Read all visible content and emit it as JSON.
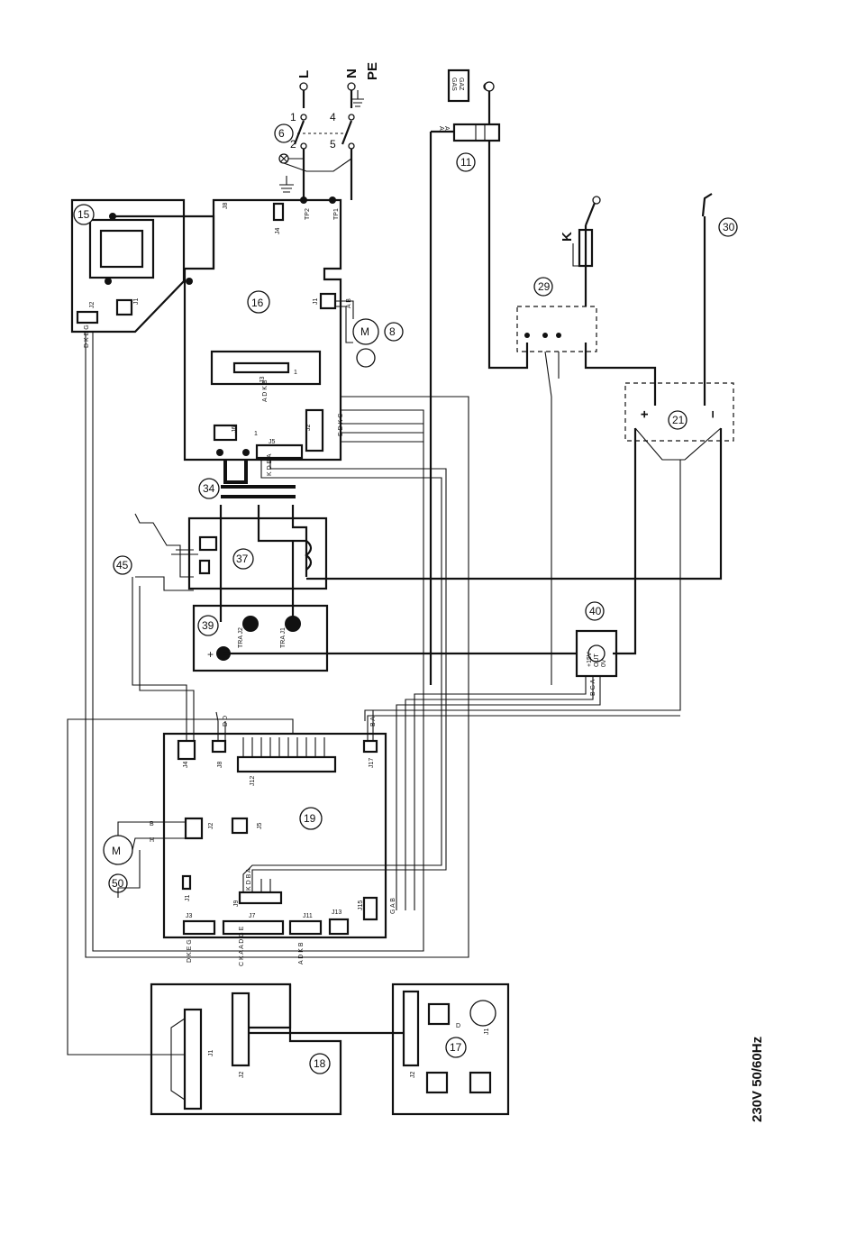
{
  "diagram": {
    "supply_label": "230V 50/60Hz",
    "mains": {
      "L": "L",
      "N": "N",
      "PE": "PE"
    },
    "switch_contacts": [
      "1",
      "2",
      "4",
      "5"
    ],
    "gas_label": [
      "GAS",
      "GAZ"
    ],
    "components": {
      "c6": "6",
      "c8": "8",
      "c11": "11",
      "c15": "15",
      "c16": "16",
      "c17": "17",
      "c18": "18",
      "c19": "19",
      "c21": "21",
      "c29": "29",
      "c30": "30",
      "c34": "34",
      "c37": "37",
      "c39": "39",
      "c40": "40",
      "c45": "45",
      "c50": "50"
    },
    "board16": {
      "tp2": "TP2",
      "tp1": "TP1",
      "j4": "J4",
      "j8": "J8",
      "j1": "J1",
      "j3": "J3",
      "j6": "J6",
      "j5": "J5",
      "j2": "J2",
      "j2pins": "E D K C",
      "j5pins": "K D B A",
      "j3pins": "A D K B",
      "j1pins": "A B"
    },
    "board19": {
      "j4": "J4",
      "j8": "J8",
      "j12": "J12",
      "j17": "J17",
      "j2": "J2",
      "j5": "J5",
      "j1": "J1",
      "j3": "J3",
      "j7": "J7",
      "j9": "J9",
      "j11": "J11",
      "j13": "J13",
      "j15": "J15",
      "j2pins": [
        "B",
        "H"
      ],
      "j9pins": "K D B A",
      "j3pins": "D K E G",
      "j7pins": "C K A A D G E",
      "j11pins": "A D K B",
      "j15pins": "G A B",
      "j8pins": "D D",
      "j17pins": "B A"
    },
    "board15": {
      "j1": "J1",
      "j2": "J2",
      "pins": "D K E G"
    },
    "board18": {
      "j1": "J1",
      "j2": "J2"
    },
    "board17": {
      "j1": "J1",
      "j2": "J2",
      "d": "D"
    },
    "block40": [
      "+15V",
      "OUT",
      "0V"
    ],
    "block40_wires": "B G A",
    "block39": {
      "tra2": "TRA J2",
      "tra1": "TRA J1",
      "plus": "+"
    },
    "block21": {
      "plus": "+",
      "minus": "−"
    },
    "connector11": [
      "A",
      "A"
    ],
    "torch_k": "K",
    "motor8": "M",
    "motor50": "M",
    "pin_numbers": {
      "one": "1",
      "two": "2",
      "n15": "15"
    }
  }
}
